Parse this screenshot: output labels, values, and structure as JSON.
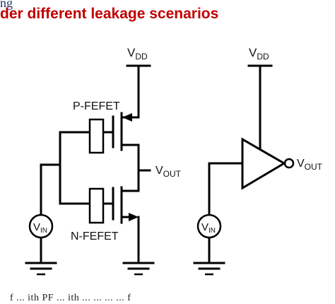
{
  "header": {
    "top_fragment": "ng",
    "title": "der different leakage scenarios"
  },
  "left_circuit": {
    "vdd_label": "V",
    "vdd_sub": "DD",
    "p_fefet_label": "P-FEFET",
    "n_fefet_label": "N-FEFET",
    "vout_label": "V",
    "vout_sub": "OUT",
    "vin_label": "V",
    "vin_sub": "IN"
  },
  "right_circuit": {
    "vdd_label": "V",
    "vdd_sub": "DD",
    "vout_label": "V",
    "vout_sub": "OUT",
    "vin_label": "V",
    "vin_sub": "IN"
  },
  "footer": {
    "fragment": "f ... ith PF ... ith ... ... ... ... f"
  },
  "colors": {
    "title": "#c00000",
    "fragment": "#1f3864",
    "wire": "#000000"
  }
}
